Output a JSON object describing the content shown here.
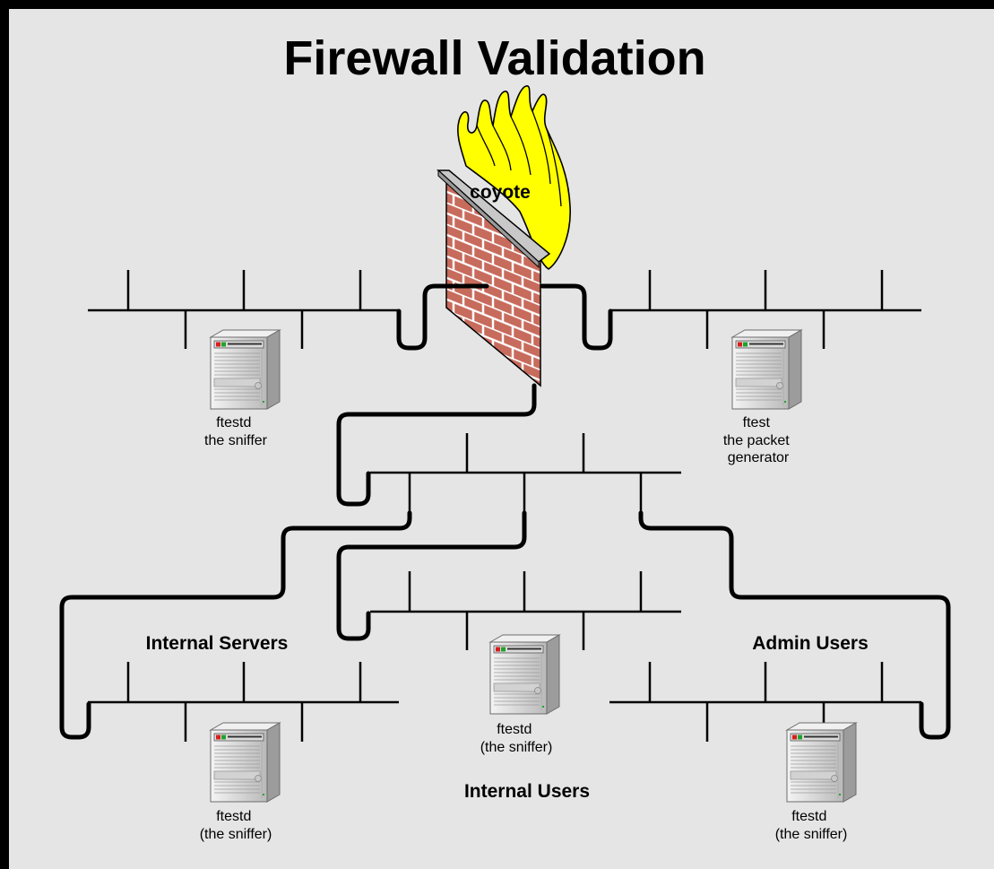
{
  "title": "Firewall Validation",
  "firewall": {
    "label": "coyote"
  },
  "segments": {
    "internal_servers": "Internal Servers",
    "admin_users": "Admin Users",
    "internal_users": "Internal Users"
  },
  "servers": {
    "sniffer_outside": {
      "line1": "ftestd",
      "line2": "the sniffer"
    },
    "packet_generator": {
      "line1": "ftest",
      "line2": "the packet",
      "line3": "generator"
    },
    "sniffer_internal_users": {
      "line1": "ftestd",
      "line2": "(the sniffer)"
    },
    "sniffer_internal_servers": {
      "line1": "ftestd",
      "line2": "(the sniffer)"
    },
    "sniffer_admin_users": {
      "line1": "ftestd",
      "line2": "(the sniffer)"
    }
  },
  "colors": {
    "background": "#e5e5e5",
    "frame": "#000000",
    "flame": "#ffff00",
    "brick": "#c76b5c",
    "mortar": "#ffffff",
    "wall_cap": "#c8c8c8"
  },
  "icons": {
    "firewall": "firewall-brick-wall-icon",
    "server": "tower-server-icon"
  }
}
